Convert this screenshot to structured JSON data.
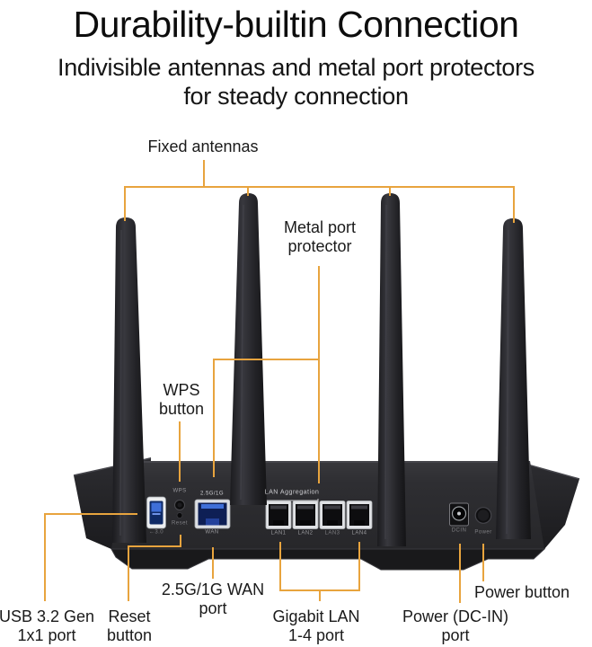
{
  "header": {
    "title": "Durability-builtin Connection",
    "subtitle1": "Indivisible antennas and metal port protectors",
    "subtitle2": "for steady connection"
  },
  "colors": {
    "callout_line": "#E8A43E",
    "title_text": "#0d0d0d",
    "label_text": "#1a1a1a",
    "router_body": "#2b2b2e",
    "wan_port_blue": "#3f6fd8",
    "usb_blue": "#3668d8"
  },
  "callouts": {
    "fixed_antennas": {
      "label": "Fixed antennas"
    },
    "metal_port_protector": {
      "line1": "Metal port",
      "line2": "protector"
    },
    "wps_button": {
      "line1": "WPS",
      "line2": "button"
    },
    "usb_port": {
      "line1": "USB 3.2 Gen",
      "line2": "1x1 port"
    },
    "reset_button": {
      "line1": "Reset",
      "line2": "button"
    },
    "wan_port": {
      "line1": "2.5G/1G WAN",
      "line2": "port"
    },
    "gigabit_lan": {
      "line1": "Gigabit LAN",
      "line2": "1-4 port"
    },
    "power_dcin": {
      "line1": "Power (DC-IN)",
      "line2": "port"
    },
    "power_button": {
      "label": "Power button"
    }
  },
  "router_panel": {
    "wps": "WPS",
    "reset": "Reset",
    "wan_speed": "2.5G/1G",
    "wan": "WAN",
    "lan_aggregation": "LAN Aggregation",
    "lan_ports": [
      "LAN1",
      "LAN2",
      "LAN3",
      "LAN4"
    ],
    "usb": "←3.0",
    "dcin": "DCIN",
    "power": "Power"
  }
}
